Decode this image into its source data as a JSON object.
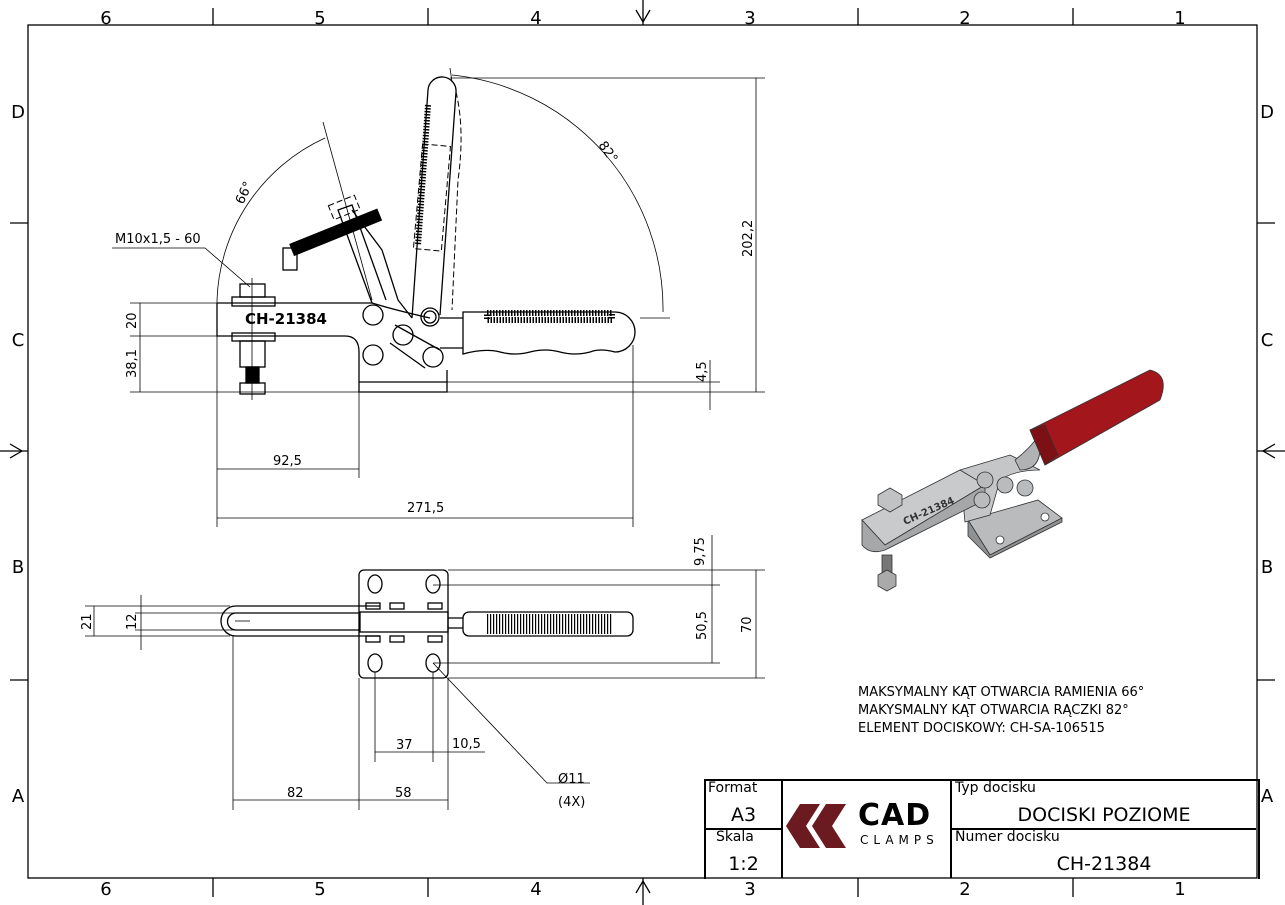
{
  "sheet": {
    "columns": [
      "6",
      "5",
      "4",
      "3",
      "2",
      "1"
    ],
    "rows": [
      "D",
      "C",
      "B",
      "A"
    ]
  },
  "side_view": {
    "part_marking": "CH-21384",
    "thread_callout": "M10x1,5 - 60",
    "angle_arm": "66°",
    "angle_handle": "82°",
    "dim_height_total": "202,2",
    "dim_arm_thickness": "20",
    "dim_arm_height": "38,1",
    "dim_base_thickness": "4,5",
    "dim_spindle_to_base": "92,5",
    "dim_overall_length": "271,5"
  },
  "top_view": {
    "dim_hole_offset": "9,75",
    "dim_hole_spacing_y": "50,5",
    "dim_base_width": "70",
    "dim_arm_width": "21",
    "dim_slot_width": "12",
    "dim_hole_spacing_x": "37",
    "dim_hole_edge": "10,5",
    "dim_arm_reach": "82",
    "dim_base_length": "58",
    "hole_diameter": "Ø11",
    "hole_count": "(4X)"
  },
  "notes": [
    "MAKSYMALNY KĄT OTWARCIA RAMIENIA 66°",
    "MAKYSMALNY KĄT OTWARCIA RĄCZKI 82°",
    "ELEMENT DOCISKOWY: CH-SA-106515"
  ],
  "title_block": {
    "format_label": "Format",
    "format_value": "A3",
    "scale_label": "Skala",
    "scale_value": "1:2",
    "logo_main": "CAD",
    "logo_sub": "CLAMPS",
    "type_label": "Typ docisku",
    "type_value": "DOCISKI POZIOME",
    "number_label": "Numer docisku",
    "number_value": "CH-21384"
  },
  "colors": {
    "logo": "#6b1a1f",
    "handle_red": "#a3161b",
    "metal": "#b9bbbd"
  }
}
